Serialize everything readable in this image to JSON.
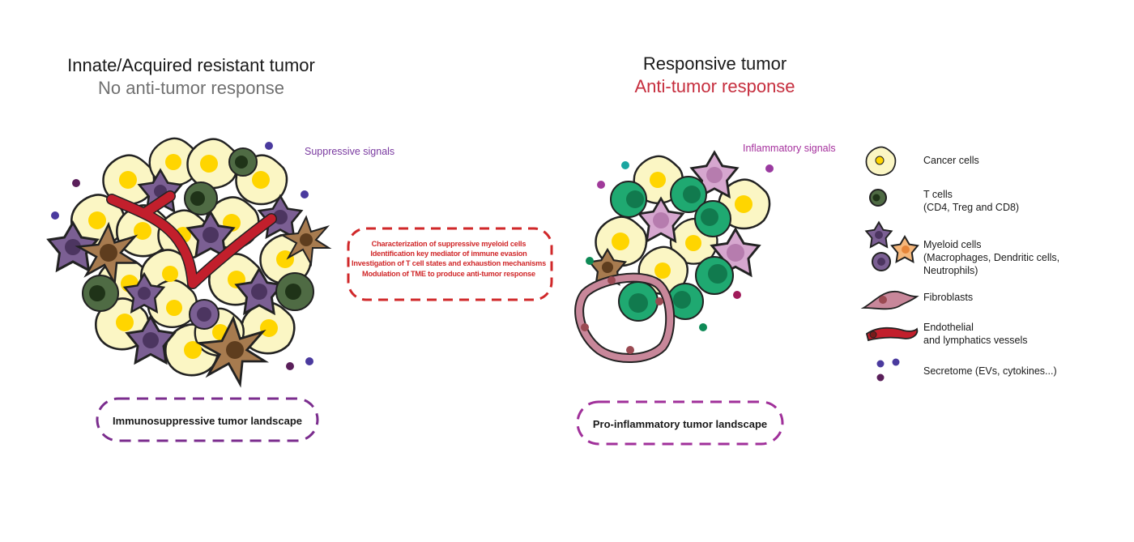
{
  "left": {
    "title": "Innate/Acquired resistant tumor",
    "subtitle": "No anti-tumor response",
    "signals_label": "Suppressive signals",
    "landscape_label": "Immunosuppressive tumor landscape"
  },
  "right": {
    "title": "Responsive tumor",
    "subtitle": "Anti-tumor response",
    "signals_label": "Inflammatory signals",
    "landscape_label": "Pro-inflammatory tumor landscape"
  },
  "center_box": {
    "lines": [
      "Characterization of suppressive myeloid cells",
      "Identification key mediator of immune evasion",
      "Investigation of T cell states and exhaustion mechanisms",
      "Modulation of TME to produce anti-tumor response"
    ]
  },
  "legend": {
    "cancer": "Cancer cells",
    "tcells_1": "T cells",
    "tcells_2": "(CD4, Treg and CD8)",
    "myeloid_1": "Myeloid cells",
    "myeloid_2": "(Macrophages, Dendritic cells,",
    "myeloid_3": "Neutrophils)",
    "fibroblasts": "Fibroblasts",
    "endothelial_1": "Endothelial",
    "endothelial_2": "and lymphatics vessels",
    "secretome": "Secretome (EVs, cytokines...)"
  },
  "colors": {
    "cancer_fill": "#fbf6c4",
    "nucleus_yellow": "#ffd500",
    "tcell_dark": "#4f6b44",
    "tcell_green": "#1fa971",
    "myeloid_purple": "#7b5f93",
    "macrophage_brown": "#a77b4f",
    "pink_cell": "#d6a7cf",
    "vessel_red": "#c21f2c",
    "fibro_pink": "#c8879a",
    "box_red": "#d0282a",
    "dash_purple": "#7b2d8e"
  }
}
